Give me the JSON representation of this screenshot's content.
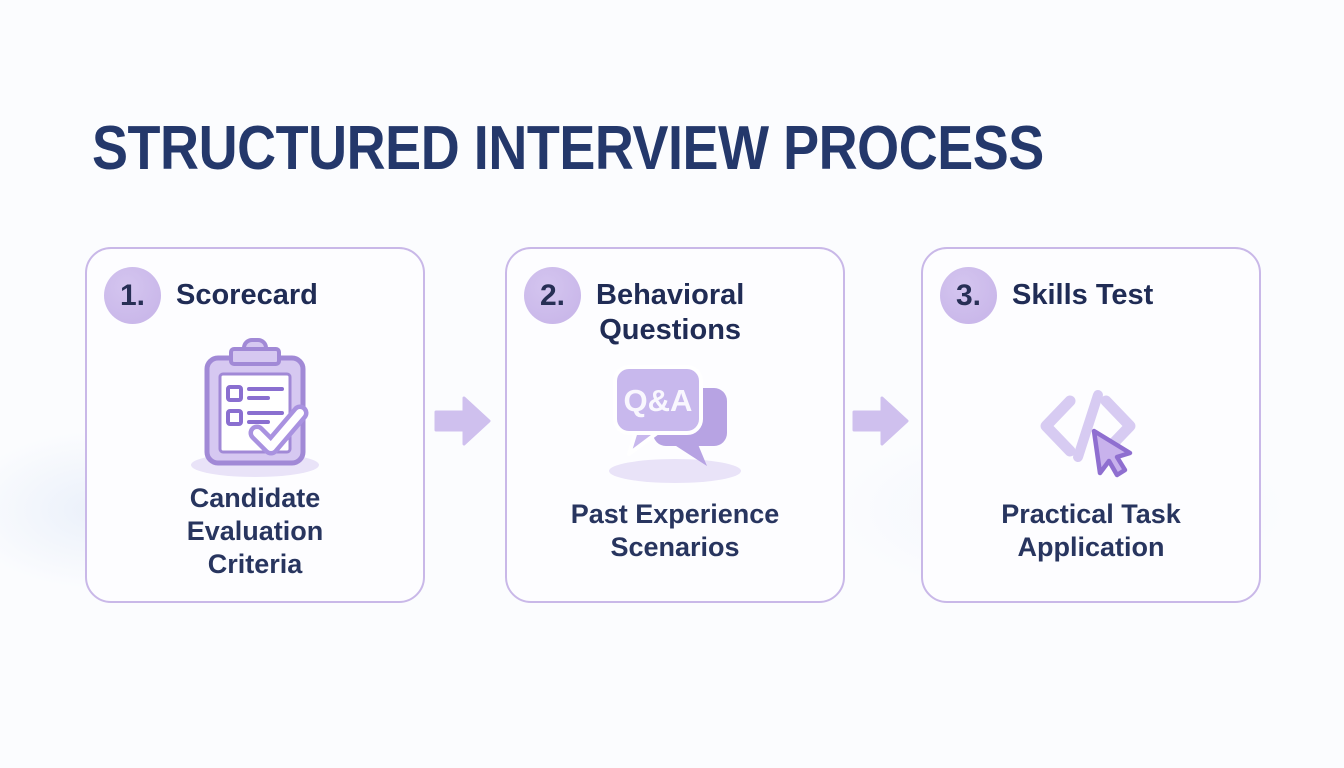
{
  "title": "STRUCTURED INTERVIEW PROCESS",
  "steps": [
    {
      "number": "1.",
      "title": "Scorecard",
      "description": "Candidate\nEvaluation\nCriteria",
      "icon": "clipboard-checklist-icon"
    },
    {
      "number": "2.",
      "title": "Behavioral\nQuestions",
      "description": "Past Experience\nScenarios",
      "icon": "qa-speech-bubbles-icon",
      "bubble_label": "Q&A"
    },
    {
      "number": "3.",
      "title": "Skills Test",
      "description": "Practical Task\nApplication",
      "icon": "code-cursor-icon"
    }
  ],
  "colors": {
    "page_background": "#fbfcfe",
    "title_navy": "#24386b",
    "card_text_navy": "#202c55",
    "card_border_purple": "#c9b8e8",
    "badge_purple": "#c9b7ea",
    "arrow_purple": "#cfc0ee",
    "icon_stroke_purple": "#a189d6",
    "icon_fill_lavender": "#d6c8f1"
  }
}
